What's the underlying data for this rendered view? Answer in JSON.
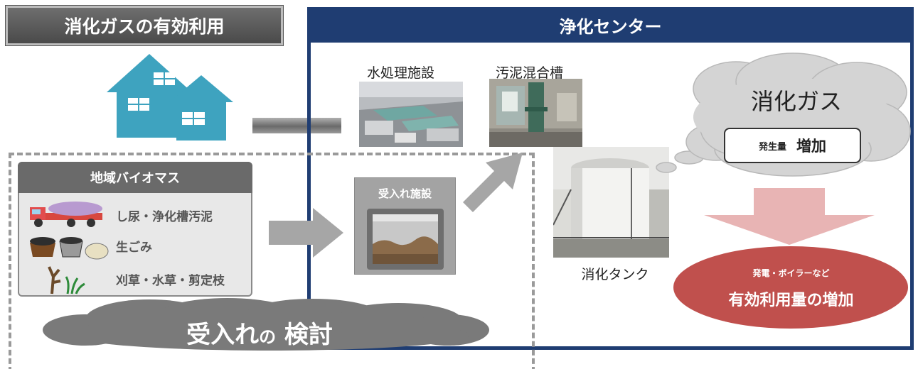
{
  "left_title": "消化ガスの有効利用",
  "center": {
    "title": "浄化センター",
    "water_treatment_label": "水処理施設",
    "sludge_tank_label": "汚泥混合槽",
    "digester_label": "消化タンク",
    "receiving_facility_label": "受入れ施設"
  },
  "biomass": {
    "title": "地域バイオマス",
    "items": [
      "し尿・浄化槽汚泥",
      "生ごみ",
      "刈草・水草・剪定枝"
    ]
  },
  "review_cloud": {
    "main": "受入れ",
    "particle": "の",
    "tail": "検討"
  },
  "gas": {
    "title": "消化ガス",
    "generation_label": "発生量",
    "generation_value": "増加"
  },
  "result": {
    "subtitle": "発電・ボイラーなど",
    "title": "有効利用量の増加"
  },
  "colors": {
    "navy": "#1f3d72",
    "house_blue": "#3ea3bf",
    "red": "#c0504d",
    "pink_arrow": "#e8b4b4",
    "gray": "#a6a6a6"
  }
}
